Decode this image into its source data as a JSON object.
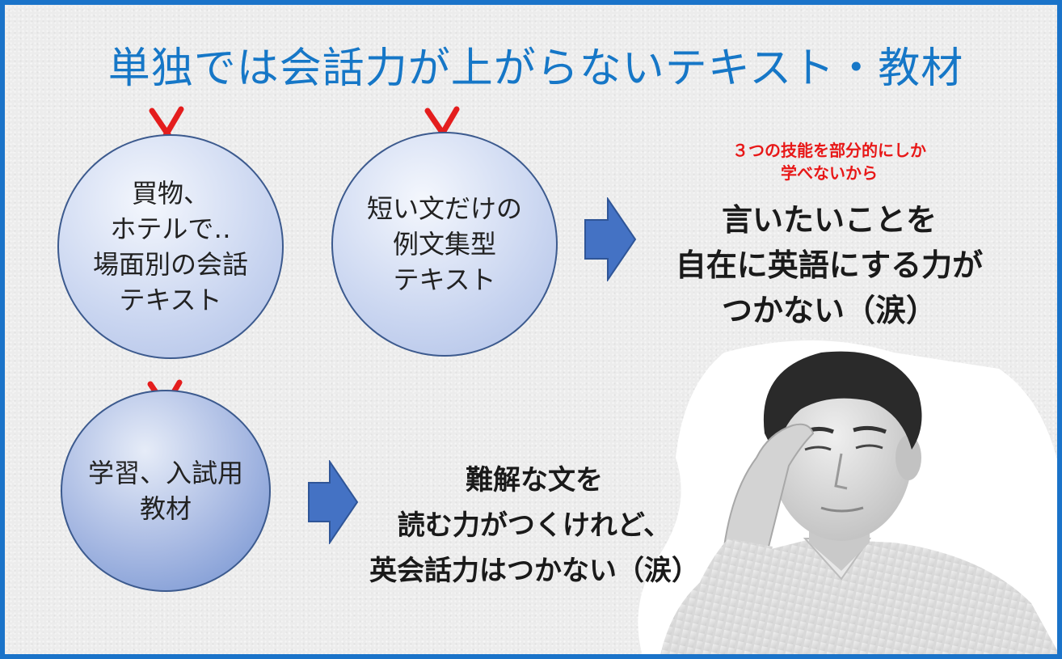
{
  "header": {
    "title": "単独では会話力が上がらないテキスト・教材"
  },
  "circles": [
    {
      "lines": [
        "買物、",
        "ホテルで‥",
        "場面別の会話",
        "テキスト"
      ]
    },
    {
      "lines": [
        "短い文だけの",
        "例文集型",
        "テキスト"
      ]
    },
    {
      "lines": [
        "学習、入試用",
        "教材"
      ]
    }
  ],
  "reason_note": {
    "lines": [
      "３つの技能を部分的にしか",
      "学べないから"
    ],
    "color": "#e81818"
  },
  "result_1": {
    "lines": [
      "言いたいことを",
      "自在に英語にする力が",
      "つかない（涙）"
    ]
  },
  "result_2": {
    "lines": [
      "難解な文を",
      "読む力がつくけれど、",
      "英会話力はつかない（涙）"
    ]
  },
  "colors": {
    "title": "#1677c7",
    "border": "#1a73c9",
    "arrow": "#4472c4",
    "cross": "#e41d1d"
  }
}
